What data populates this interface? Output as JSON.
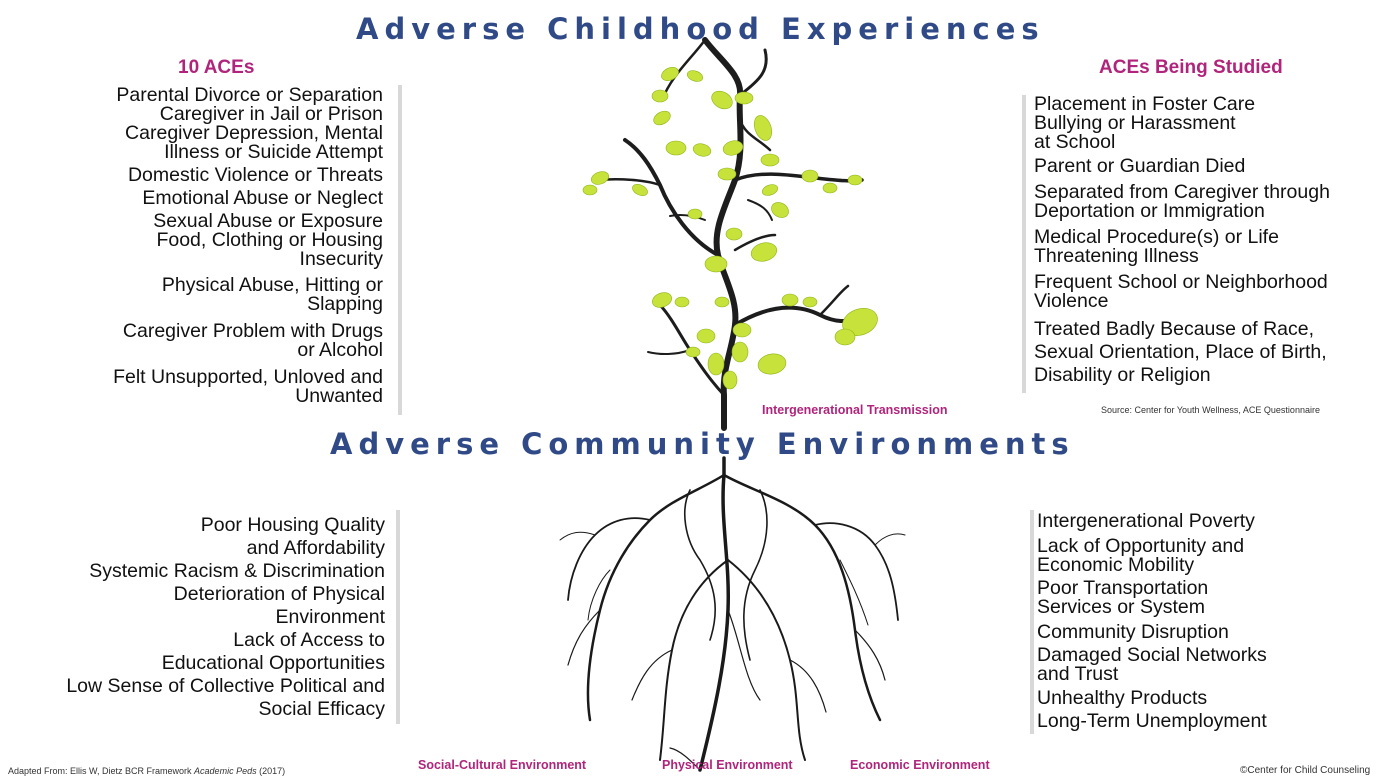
{
  "titles": {
    "top": "Adverse Childhood Experiences",
    "middle": "Adverse Community Environments"
  },
  "left_top": {
    "heading": "10 ACEs",
    "items": [
      [
        "Parental Divorce or Separation"
      ],
      [
        "Caregiver in Jail or Prison"
      ],
      [
        "Caregiver Depression, Mental",
        "Illness or Suicide Attempt"
      ],
      [
        "Domestic Violence or Threats"
      ],
      [
        "Emotional Abuse or Neglect"
      ],
      [
        "Sexual Abuse or Exposure"
      ],
      [
        "Food, Clothing or Housing",
        "Insecurity"
      ],
      [
        "Physical Abuse, Hitting or",
        "Slapping"
      ],
      [
        "Caregiver Problem with Drugs",
        "or Alcohol"
      ],
      [
        "Felt Unsupported, Unloved and",
        "Unwanted"
      ]
    ]
  },
  "right_top": {
    "heading": "ACEs Being Studied",
    "items": [
      [
        "Placement in Foster Care"
      ],
      [
        "Bullying or Harassment",
        "at School"
      ],
      [
        "Parent or Guardian Died"
      ],
      [
        "Separated from Caregiver through",
        "Deportation or Immigration"
      ],
      [
        "Medical Procedure(s) or Life",
        "Threatening Illness"
      ],
      [
        "Frequent School or Neighborhood",
        "Violence"
      ],
      [
        "Treated Badly Because of Race,",
        "Sexual Orientation, Place of Birth,",
        "Disability or Religion"
      ]
    ],
    "source": "Source: Center for Youth Wellness, ACE Questionnaire"
  },
  "left_bottom": {
    "items": [
      [
        "Poor Housing Quality",
        "and Affordability"
      ],
      [
        "Systemic Racism & Discrimination"
      ],
      [
        "Deterioration of Physical",
        "Environment"
      ],
      [
        "Lack of Access to",
        "Educational Opportunities"
      ],
      [
        "Low Sense of Collective Political and",
        "Social Efficacy"
      ]
    ]
  },
  "right_bottom": {
    "items": [
      [
        "Intergenerational Poverty"
      ],
      [
        "Lack of Opportunity and",
        "Economic Mobility"
      ],
      [
        "Poor Transportation",
        "Services or System"
      ],
      [
        "Community Disruption"
      ],
      [
        "Damaged Social Networks",
        "and Trust"
      ],
      [
        "Unhealthy Products"
      ],
      [
        "Long-Term Unemployment"
      ]
    ]
  },
  "labels": {
    "intergenerational": "Intergenerational Transmission",
    "social_cultural": "Social-Cultural Environment",
    "physical": "Physical Environment",
    "economic": "Economic Environment"
  },
  "footer": {
    "adapted_prefix": "Adapted From: Ellis W, Dietz BCR Framework ",
    "adapted_journal": "Academic Peds",
    "adapted_year": " (2017)",
    "copyright": "©Center for Child Counseling"
  },
  "colors": {
    "title": "#2f4a86",
    "accent": "#b0257b",
    "leaf": "#c7e23a",
    "trunk": "#1a1a1a"
  },
  "icons": [
    "tree-illustration",
    "roots-illustration"
  ]
}
